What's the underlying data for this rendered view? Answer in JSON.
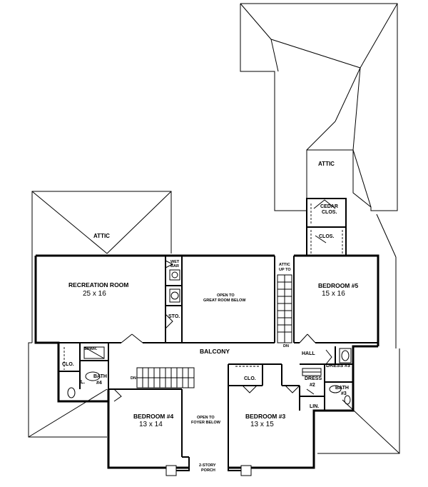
{
  "plan": {
    "attic_labels": {
      "top": "ATTIC",
      "left": "ATTIC"
    },
    "rooms": {
      "recreation": {
        "name": "RECREATION ROOM",
        "size": "25 x 16"
      },
      "bedroom5": {
        "name": "BEDROOM #5",
        "size": "15 x 16"
      },
      "bedroom4": {
        "name": "BEDROOM #4",
        "size": "13 x 14"
      },
      "bedroom3": {
        "name": "BEDROOM #3",
        "size": "13 x 15"
      }
    },
    "labels": {
      "cedar_clos_1": "CEDAR",
      "cedar_clos_2": "CLOS.",
      "clos": "CLOS.",
      "attic_up_1": "ATTIC",
      "attic_up_2": "UP TO",
      "wet_bar_1": "WET",
      "wet_bar_2": "BAR",
      "sto": "STO.",
      "open_great_1": "OPEN TO",
      "open_great_2": "GREAT ROOM BELOW",
      "balcony": "BALCONY",
      "hall": "HALL",
      "shwr": "SHWR.",
      "clo_left": "CLO.",
      "bath4_1": "BATH",
      "bath4_2": "#4",
      "linen_small": "L.",
      "dn_left": "DN",
      "dn_right": "DN",
      "clo_bed3": "CLO.",
      "dress3": "DRESS #3",
      "dress2_1": "DRESS",
      "dress2_2": "#2",
      "bath3_1": "BATH",
      "bath3_2": "#3",
      "lin": "LIN.",
      "open_foyer_1": "OPEN TO",
      "open_foyer_2": "FOYER BELOW",
      "porch_1": "2-STORY",
      "porch_2": "PORCH"
    }
  }
}
